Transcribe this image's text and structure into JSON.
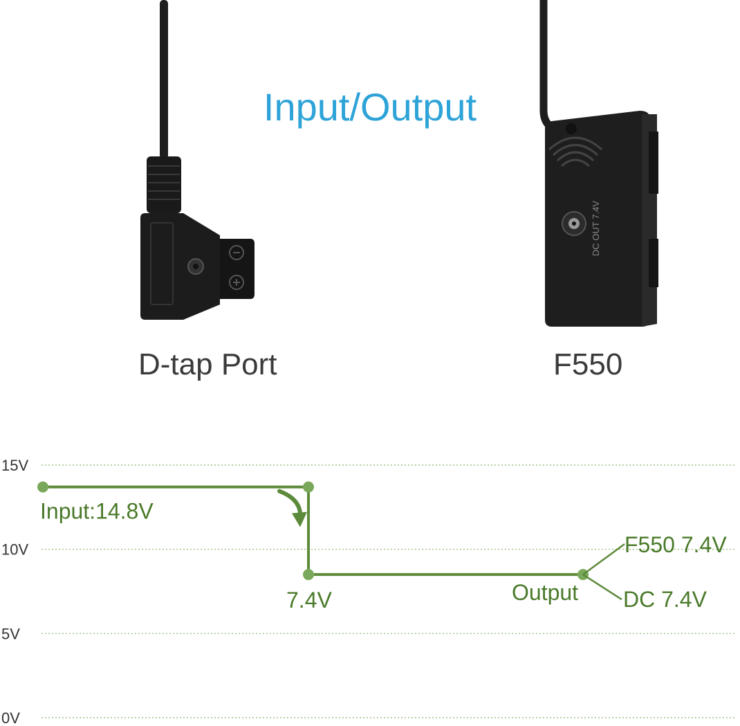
{
  "title": "Input/Output",
  "captions": {
    "left": "D-tap Port",
    "right": "F550"
  },
  "colors": {
    "title": "#2ea3d8",
    "line": "#5d8a3a",
    "text": "#4a7a2a",
    "device": "#1e1e1e"
  },
  "icons": {
    "left_device": "d-tap-connector-icon",
    "right_device": "f550-battery-adapter-icon",
    "drop_arrow": "curved-down-arrow-icon"
  },
  "device_text": {
    "dc_out_label": "DC OUT 7.4V"
  },
  "chart_data": {
    "type": "line",
    "title": "",
    "xlabel": "",
    "ylabel": "",
    "ylim": [
      0,
      15
    ],
    "yticks": [
      {
        "value": 15,
        "label": "15V"
      },
      {
        "value": 10,
        "label": "10V"
      },
      {
        "value": 5,
        "label": "5V"
      },
      {
        "value": 0,
        "label": "0V"
      }
    ],
    "grid": true,
    "series": [
      {
        "points": [
          {
            "x": 0,
            "y": 13.7
          },
          {
            "x": 1,
            "y": 13.7
          },
          {
            "x": 1,
            "y": 8.5
          },
          {
            "x": 2,
            "y": 8.5
          }
        ]
      }
    ],
    "annotations": {
      "input": "Input:14.8V",
      "step": "7.4V",
      "output": "Output",
      "branch_top": "F550 7.4V",
      "branch_bottom": "DC 7.4V"
    }
  }
}
